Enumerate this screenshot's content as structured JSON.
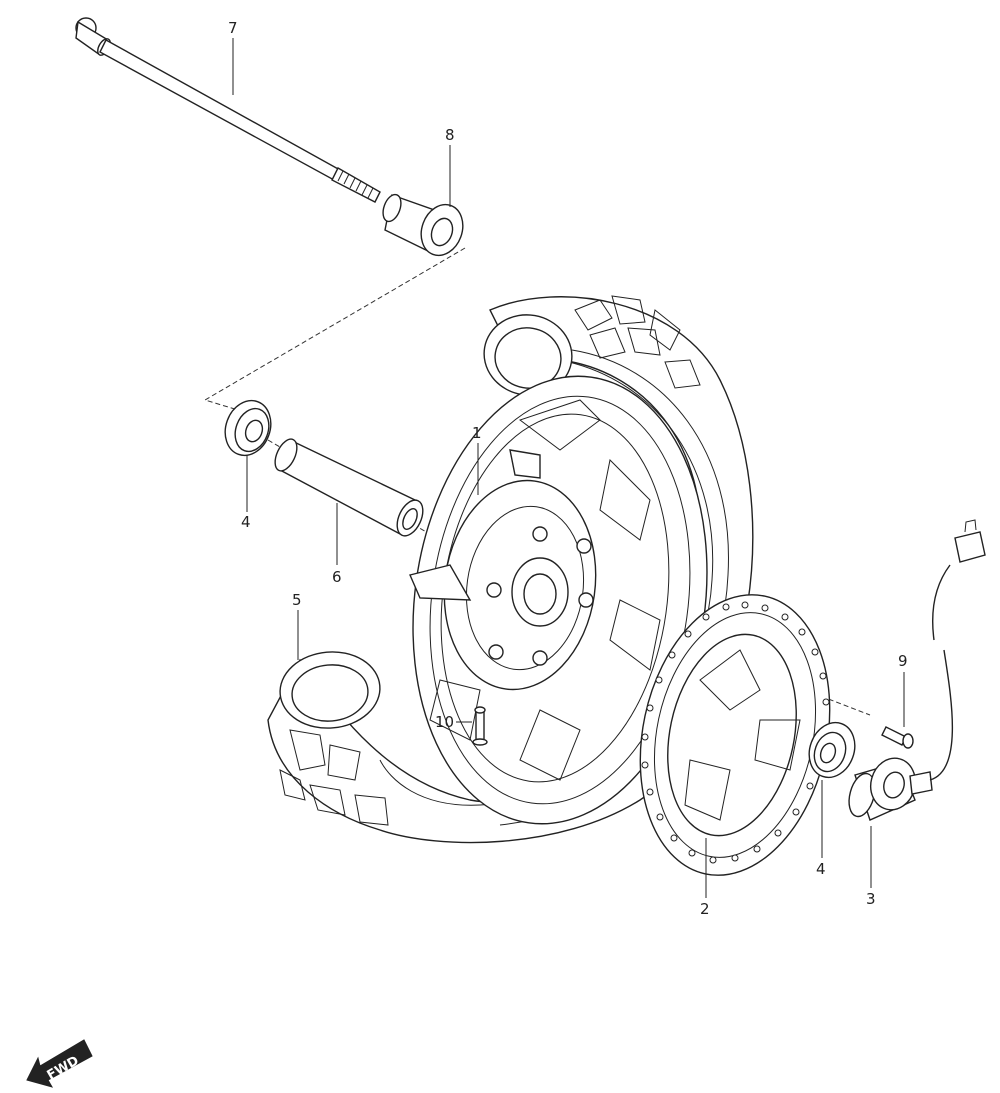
{
  "callouts": {
    "c1": "1",
    "c2": "2",
    "c3": "3",
    "c4a": "4",
    "c4b": "4",
    "c5": "5",
    "c6": "6",
    "c7": "7",
    "c8": "8",
    "c9": "9",
    "c10": "10"
  },
  "fwd_label": "FWD"
}
